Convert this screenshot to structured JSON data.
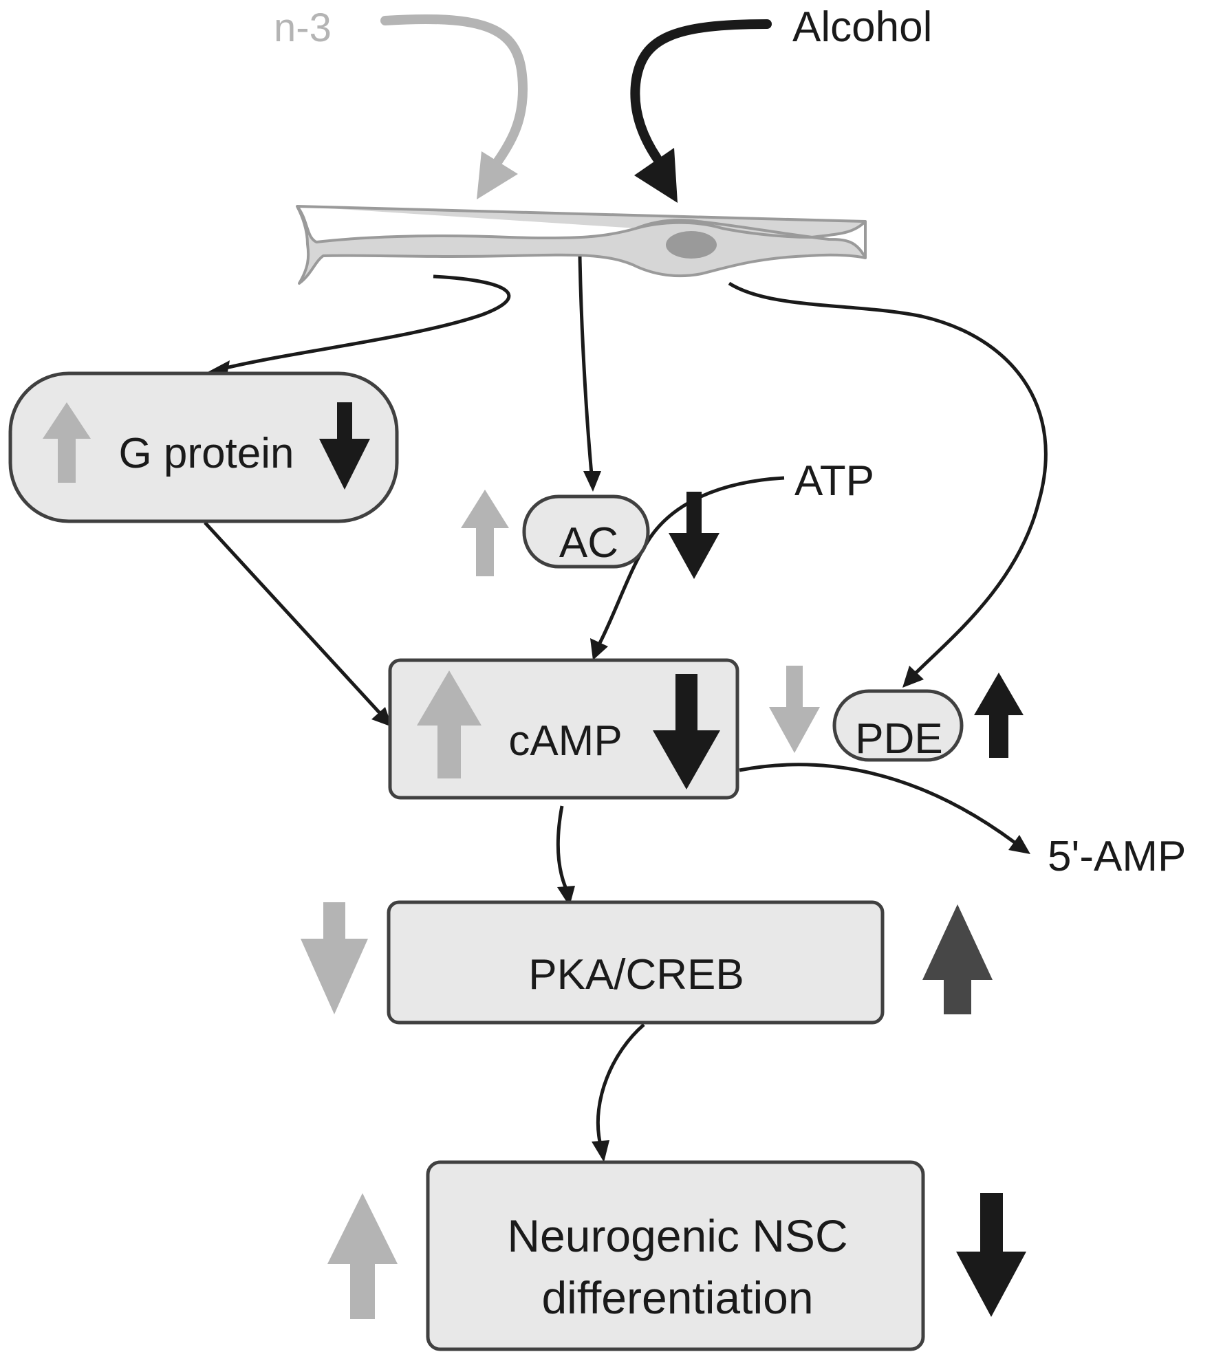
{
  "inputs": {
    "n3": "n-3",
    "alcohol": "Alcohol"
  },
  "nodes": {
    "g_protein": "G protein",
    "ac": "AC",
    "atp": "ATP",
    "camp": "cAMP",
    "pde": "PDE",
    "amp": "5'-AMP",
    "pka_creb": "PKA/CREB",
    "nsc_line1": "Neurogenic NSC",
    "nsc_line2": "differentiation"
  },
  "legend_colors": {
    "n3_effect": "#b4b4b4",
    "alcohol_effect": "#1a1a1a",
    "alcohol_effect_pka": "#474747",
    "node_fill": "#e8e8e8",
    "node_stroke": "#404040",
    "neuron_fill": "#d6d6d6",
    "neuron_nucleus": "#9a9a9a"
  }
}
